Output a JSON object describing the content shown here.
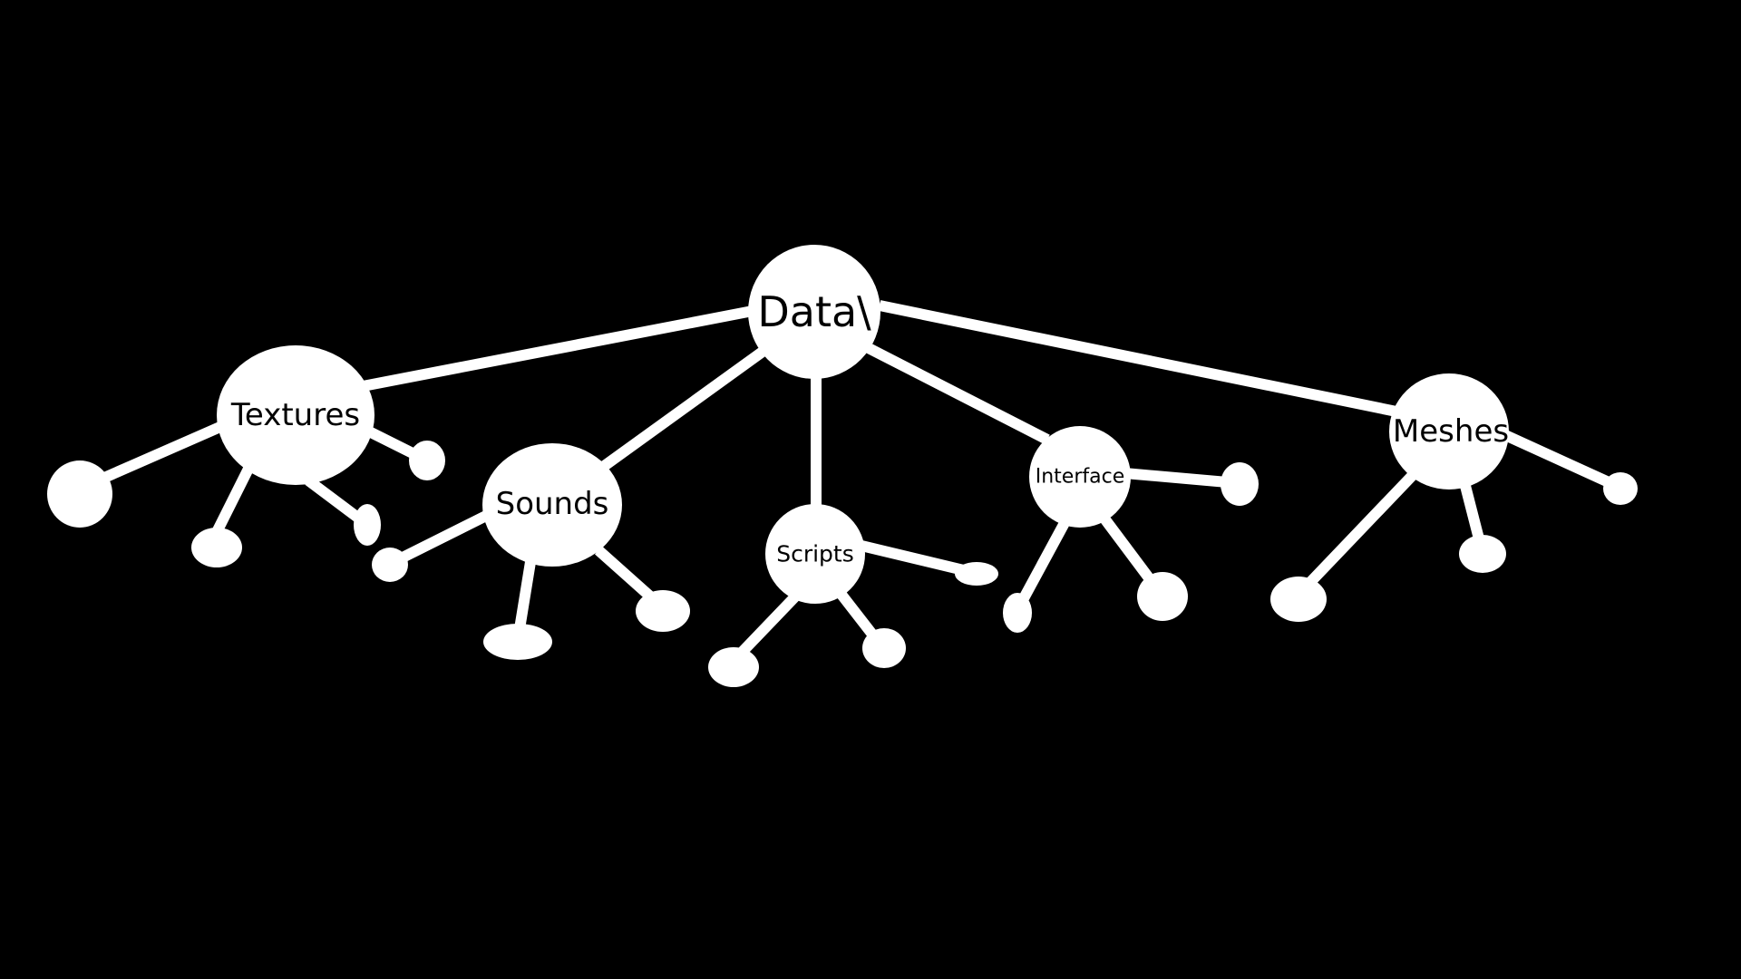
{
  "diagram": {
    "background_color": "#000000",
    "node_color": "#ffffff",
    "text_color": "#000000",
    "root": {
      "label": "Data\\"
    },
    "folders": [
      {
        "id": "textures",
        "label": "Textures"
      },
      {
        "id": "sounds",
        "label": "Sounds"
      },
      {
        "id": "scripts",
        "label": "Scripts"
      },
      {
        "id": "interface",
        "label": "Interface"
      },
      {
        "id": "meshes",
        "label": "Meshes"
      }
    ]
  }
}
